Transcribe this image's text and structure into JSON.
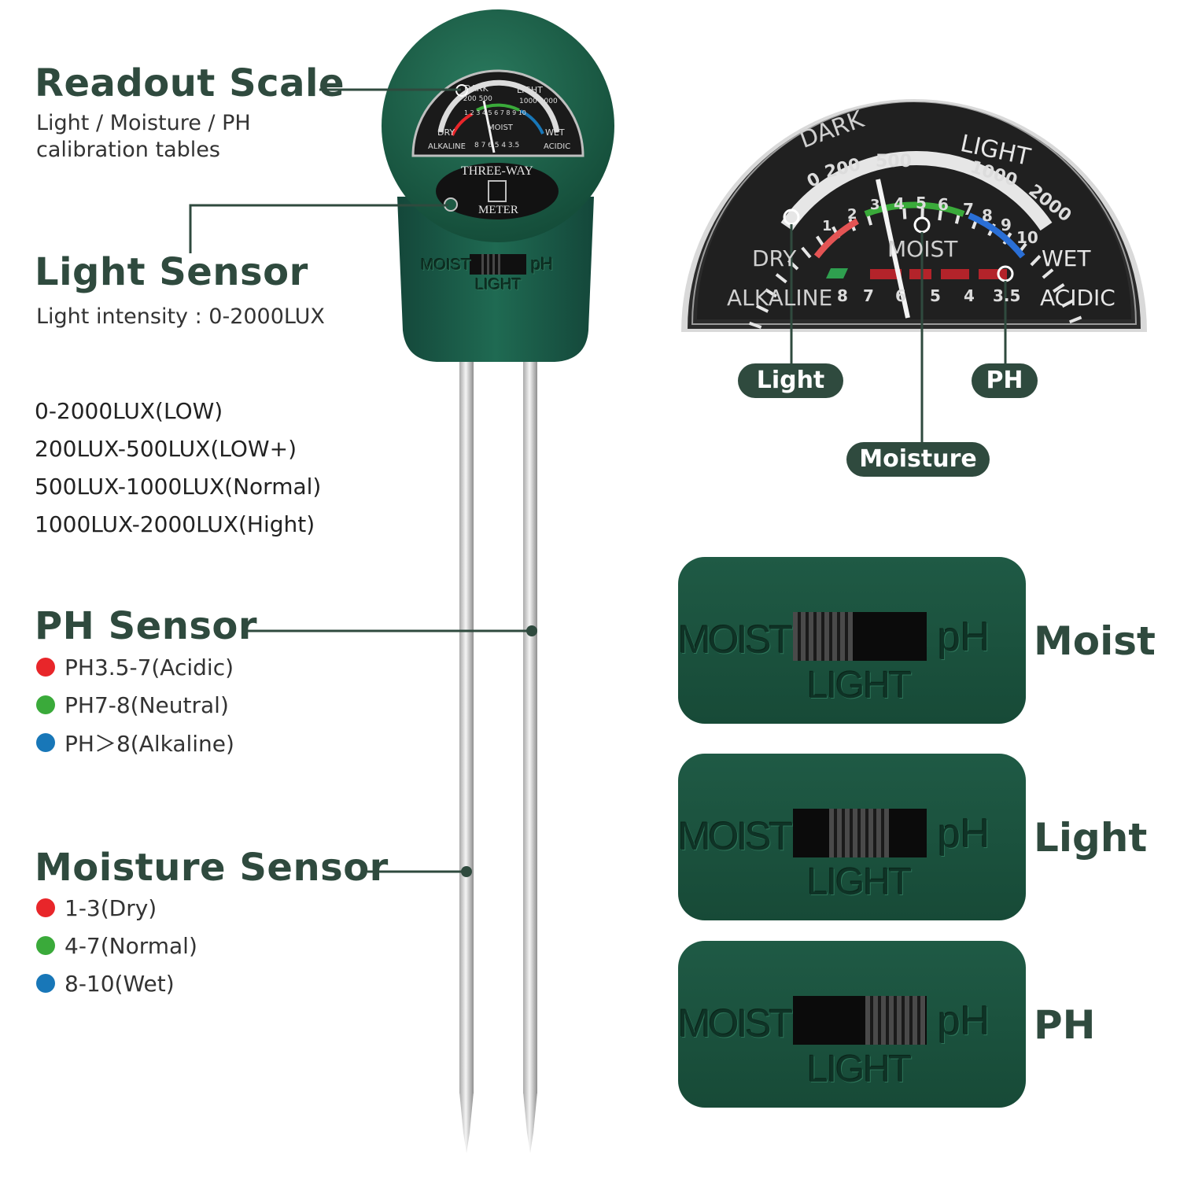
{
  "colors": {
    "brand_green": "#2f4a3e",
    "meter_green": "#1e5a44",
    "red": "#e8262a",
    "green": "#3aaa3a",
    "blue": "#1877b8"
  },
  "readout": {
    "title": "Readout Scale",
    "desc_line1": "Light / Moisture / PH",
    "desc_line2": "calibration tables"
  },
  "light_sensor": {
    "title": "Light Sensor",
    "desc": "Light intensity : 0-2000LUX",
    "levels": [
      "0-2000LUX(LOW)",
      "200LUX-500LUX(LOW+)",
      "500LUX-1000LUX(Normal)",
      "1000LUX-2000LUX(Hight)"
    ]
  },
  "ph_sensor": {
    "title": "PH Sensor",
    "items": [
      {
        "label": "PH3.5-7(Acidic)",
        "color": "#e8262a"
      },
      {
        "label": "PH7-8(Neutral)",
        "color": "#3aaa3a"
      },
      {
        "label": "PH＞8(Alkaline)",
        "color": "#1877b8"
      }
    ]
  },
  "moisture_sensor": {
    "title": "Moisture Sensor",
    "items": [
      {
        "label": "1-3(Dry)",
        "color": "#e8262a"
      },
      {
        "label": "4-7(Normal)",
        "color": "#3aaa3a"
      },
      {
        "label": "8-10(Wet)",
        "color": "#1877b8"
      }
    ]
  },
  "meter": {
    "face_top": "THREE-WAY",
    "face_bottom": "METER",
    "switch_left": "MOIST",
    "switch_right": "pH",
    "switch_bottom": "LIGHT",
    "small_dial": {
      "dark": "DARK",
      "light": "LIGHT",
      "dry": "DRY",
      "wet": "WET",
      "moist": "MOIST",
      "alkaline": "ALKALINE",
      "acidic": "ACIDIC",
      "lux": "0 200 500",
      "lux_high": "1000 2000",
      "moist_nums": "1 2 3 4 5 6 7 8 9 10",
      "ph_nums": "8 7 6 5 4 3.5"
    }
  },
  "dial": {
    "dark": "DARK",
    "light": "LIGHT",
    "lux_low": [
      "0",
      "200",
      "500"
    ],
    "lux_high": [
      "1000",
      "2000"
    ],
    "moist_nums": [
      "1",
      "2",
      "3",
      "4",
      "5",
      "6",
      "7",
      "8",
      "9",
      "10"
    ],
    "dry": "DRY",
    "moist": "MOIST",
    "wet": "WET",
    "alkaline": "ALKALINE",
    "acidic": "ACIDIC",
    "ph_nums": [
      "8",
      "7",
      "6",
      "5",
      "4",
      "3.5"
    ],
    "callouts": {
      "light": "Light",
      "moisture": "Moisture",
      "ph": "PH"
    }
  },
  "switch_panels": [
    {
      "label": "Moist",
      "left": "MOIST",
      "right": "pH",
      "bottom": "LIGHT",
      "position": "left"
    },
    {
      "label": "Light",
      "left": "MOIST",
      "right": "pH",
      "bottom": "LIGHT",
      "position": "center"
    },
    {
      "label": "PH",
      "left": "MOIST",
      "right": "pH",
      "bottom": "LIGHT",
      "position": "right"
    }
  ]
}
